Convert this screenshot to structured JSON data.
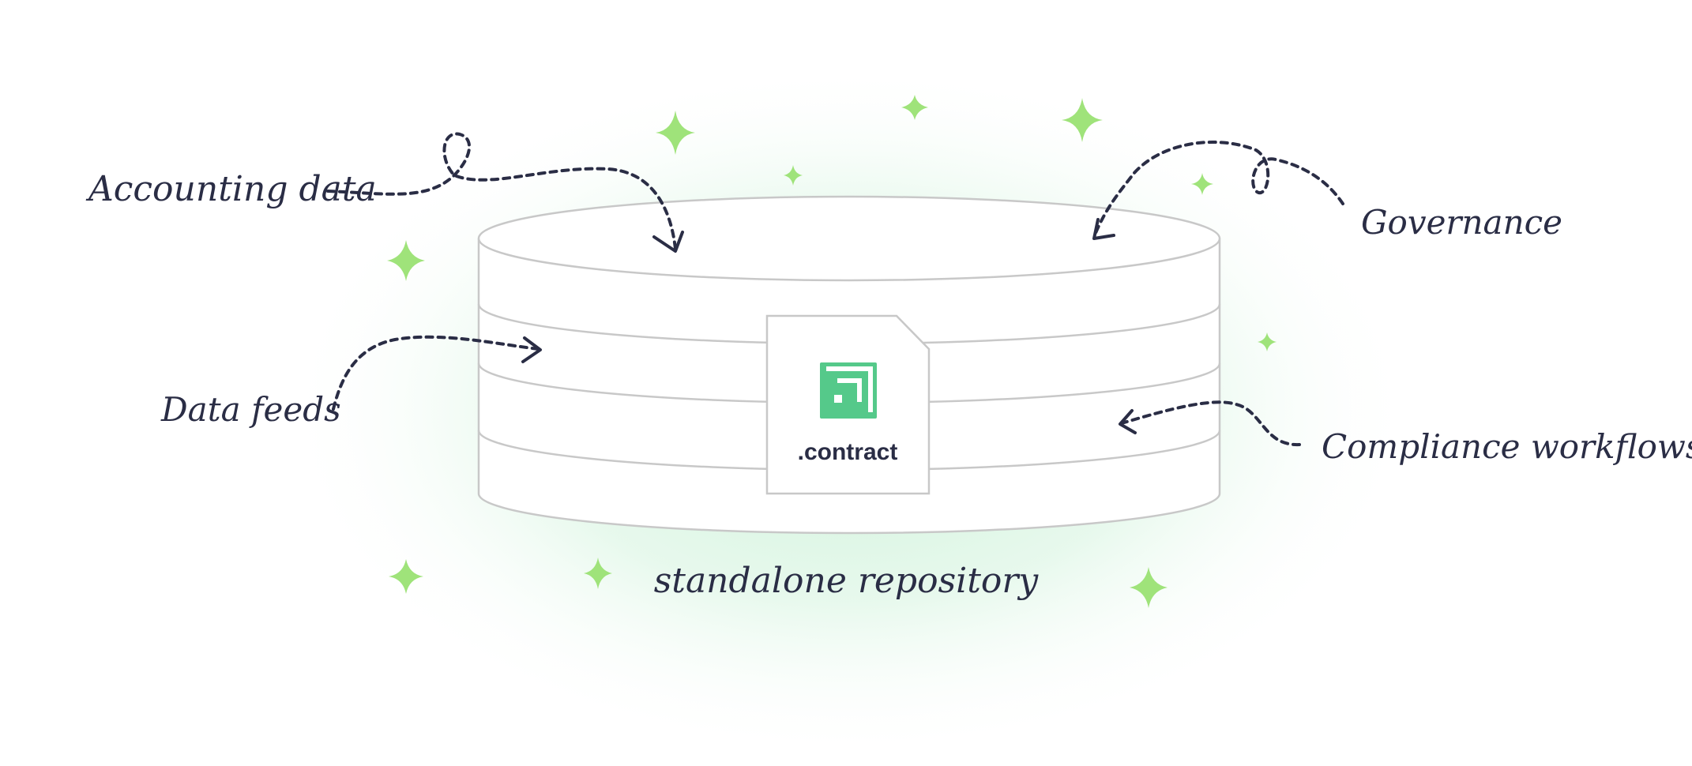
{
  "colors": {
    "ink": "#2a2d45",
    "outline": "#c8c8c8",
    "sparkle": "#9fe37a",
    "brand": "#55c98a",
    "glow": "#d8f6e2"
  },
  "labels": {
    "accounting": "Accounting data",
    "governance": "Governance",
    "data_feeds": "Data feeds",
    "compliance": "Compliance workflows",
    "repository": "standalone repository"
  },
  "document": {
    "icon": "contract-logo-icon",
    "label": ".contract"
  }
}
